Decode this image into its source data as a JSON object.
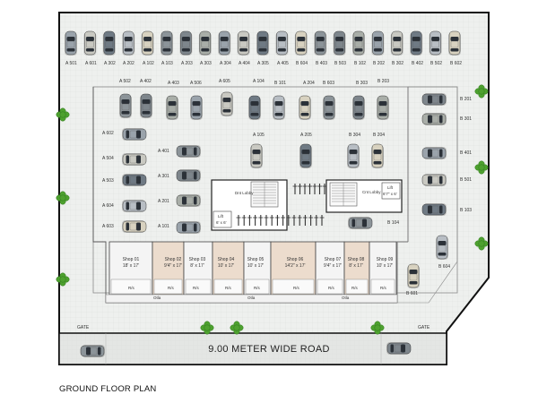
{
  "top_row_labels": [
    "A 501",
    "A 601",
    "A 302",
    "A 202",
    "A 102",
    "A 103",
    "A 203",
    "A 303",
    "A 304",
    "A 404",
    "A 305",
    "A 405",
    "B 604",
    "B 403",
    "B 503",
    "B 102",
    "B 202",
    "B 302",
    "B 402",
    "B 502",
    "B 602"
  ],
  "inner_top_labels": [
    "A 502",
    "A 402",
    "A 403",
    "A 506",
    "A 605",
    "A 104",
    "B 101",
    "A 204",
    "B 603",
    "B 303",
    "B 203"
  ],
  "left_col_labels": [
    "A 602",
    "A 504",
    "A 503",
    "A 604",
    "A 603"
  ],
  "left_inner_labels": [
    "A 401",
    "A 301",
    "A 201",
    "A 101"
  ],
  "center_labels": [
    "A 105",
    "A 205",
    "B 304",
    "B 204",
    "B 104"
  ],
  "right_col_labels": [
    "B 201",
    "B 301",
    "B 401",
    "B 501",
    "B 103",
    "B 604",
    "B 601"
  ],
  "lobby_left": {
    "title": "Dnt Lobby",
    "lift": "Lift",
    "lift_size": "6' x 6'"
  },
  "lobby_right": {
    "title": "Cnt Lobby",
    "lift": "Lift",
    "lift_size": "6'7\" x 6'"
  },
  "shops": [
    {
      "name": "Shop 01",
      "size": "18' x 17'"
    },
    {
      "name": "Shop 02",
      "size": "9'4\" x 17'"
    },
    {
      "name": "Shop 03",
      "size": "8' x 17'"
    },
    {
      "name": "Shop 04",
      "size": "10' x 17'"
    },
    {
      "name": "Shop 05",
      "size": "10' x 17'"
    },
    {
      "name": "Shop 06",
      "size": "14'2\" x 17'"
    },
    {
      "name": "Shop 07",
      "size": "9'4\" x 17'"
    },
    {
      "name": "Shop 08",
      "size": "8' x 17'"
    },
    {
      "name": "Shop 09",
      "size": "10' x 17'"
    }
  ],
  "restroom_label": "R/s",
  "otla_label": "Otla",
  "gate_label": "GATE",
  "road_label": "9.00 METER WIDE ROAD",
  "title": "GROUND FLOOR PLAN",
  "colors": {
    "tile": "#eef0ee",
    "tile_line": "#d6dad6",
    "wall": "#1a1a1a",
    "shop_fill": "#f4f4f4",
    "shop_accent": "#ecdccd",
    "road": "#e3e5e3",
    "tree": "#4ea12f",
    "tree_dark": "#2f7a1e"
  }
}
